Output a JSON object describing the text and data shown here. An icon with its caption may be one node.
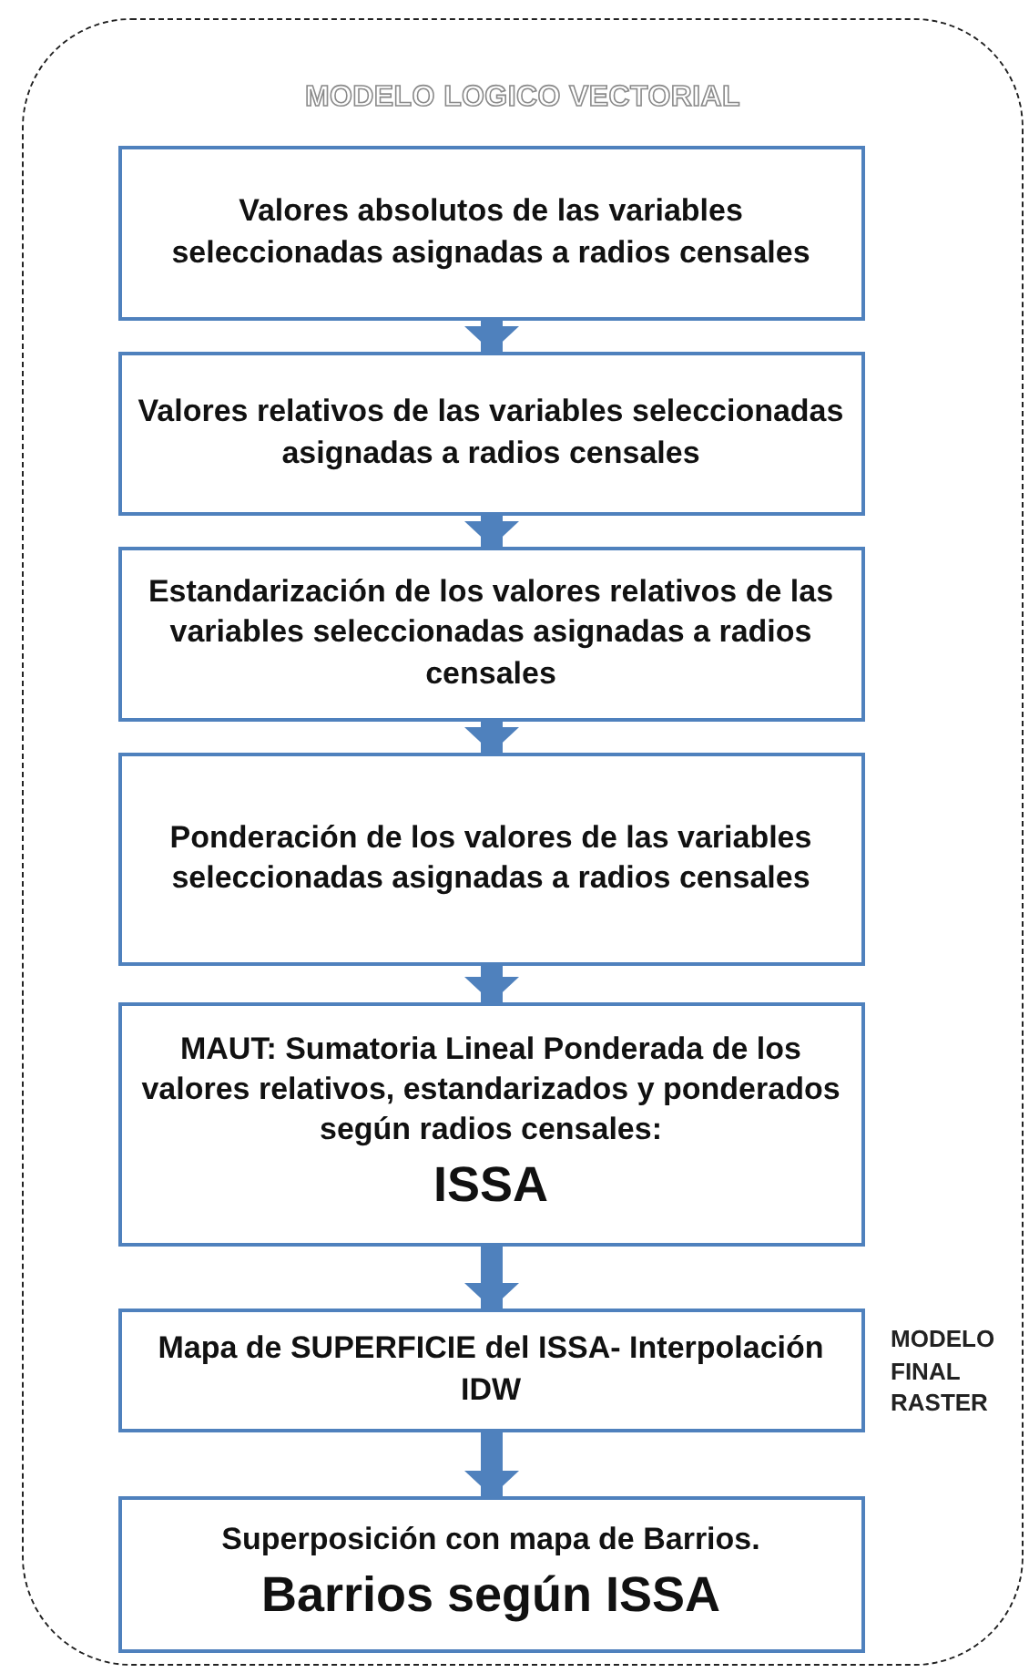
{
  "diagram": {
    "nodes": [
      {
        "text": [
          "MODELO LOGICO VECTORIAL"
        ]
      },
      {
        "text": [
          "Valores  absolutos de las variables seleccionadas asignadas a radios censales"
        ],
        "in": 0
      },
      {
        "text": [
          "Valores relativos de las variables seleccionadas asignadas a radios censales"
        ],
        "in": 0
      },
      {
        "text": [
          "Estandarización de los valores relativos de las variables seleccionadas asignadas a radios censales"
        ],
        "in": 0
      },
      {
        "text": [
          "Ponderación de los valores de las variables seleccionadas asignadas a radios censales"
        ],
        "in": 0
      },
      {
        "text": [
          "MAUT: Sumatoria Lineal Ponderada de los valores relativos, estandarizados y ponderados según  radios censales:",
          "ISSA"
        ],
        "in": 0
      },
      {
        "text": [
          "Mapa de SUPERFICIE  del ISSA- Interpolación IDW"
        ],
        "in": 0,
        "beside": [
          "MODELO FINAL RASTER"
        ]
      },
      {
        "text": [
          "Superposición con mapa de Barrios.",
          "Barrios según ISSA"
        ],
        "in": 0
      }
    ],
    "edges": [
      {
        "from": 1,
        "to": 2,
        "arrow": "to"
      },
      {
        "from": 2,
        "to": 3,
        "arrow": "to"
      },
      {
        "from": 3,
        "to": 4,
        "arrow": "to"
      },
      {
        "from": 4,
        "to": 5,
        "arrow": "to"
      },
      {
        "from": 5,
        "to": 6,
        "arrow": "to"
      },
      {
        "from": 6,
        "to": 7,
        "arrow": "to"
      }
    ]
  }
}
